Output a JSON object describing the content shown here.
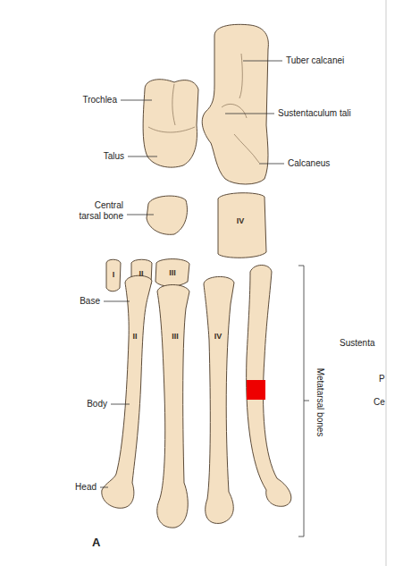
{
  "diagram": {
    "labels": [
      "Tuber calcanei",
      "Trochlea",
      "Sustentaculum tali",
      "Talus",
      "Calcaneus",
      "Central tarsal bone",
      "IV",
      "I",
      "II",
      "III",
      "Base",
      "II",
      "III",
      "IV",
      "Body",
      "Head",
      "Metatarsal bones",
      "Sustenta",
      "P",
      "Ce",
      "A"
    ]
  }
}
